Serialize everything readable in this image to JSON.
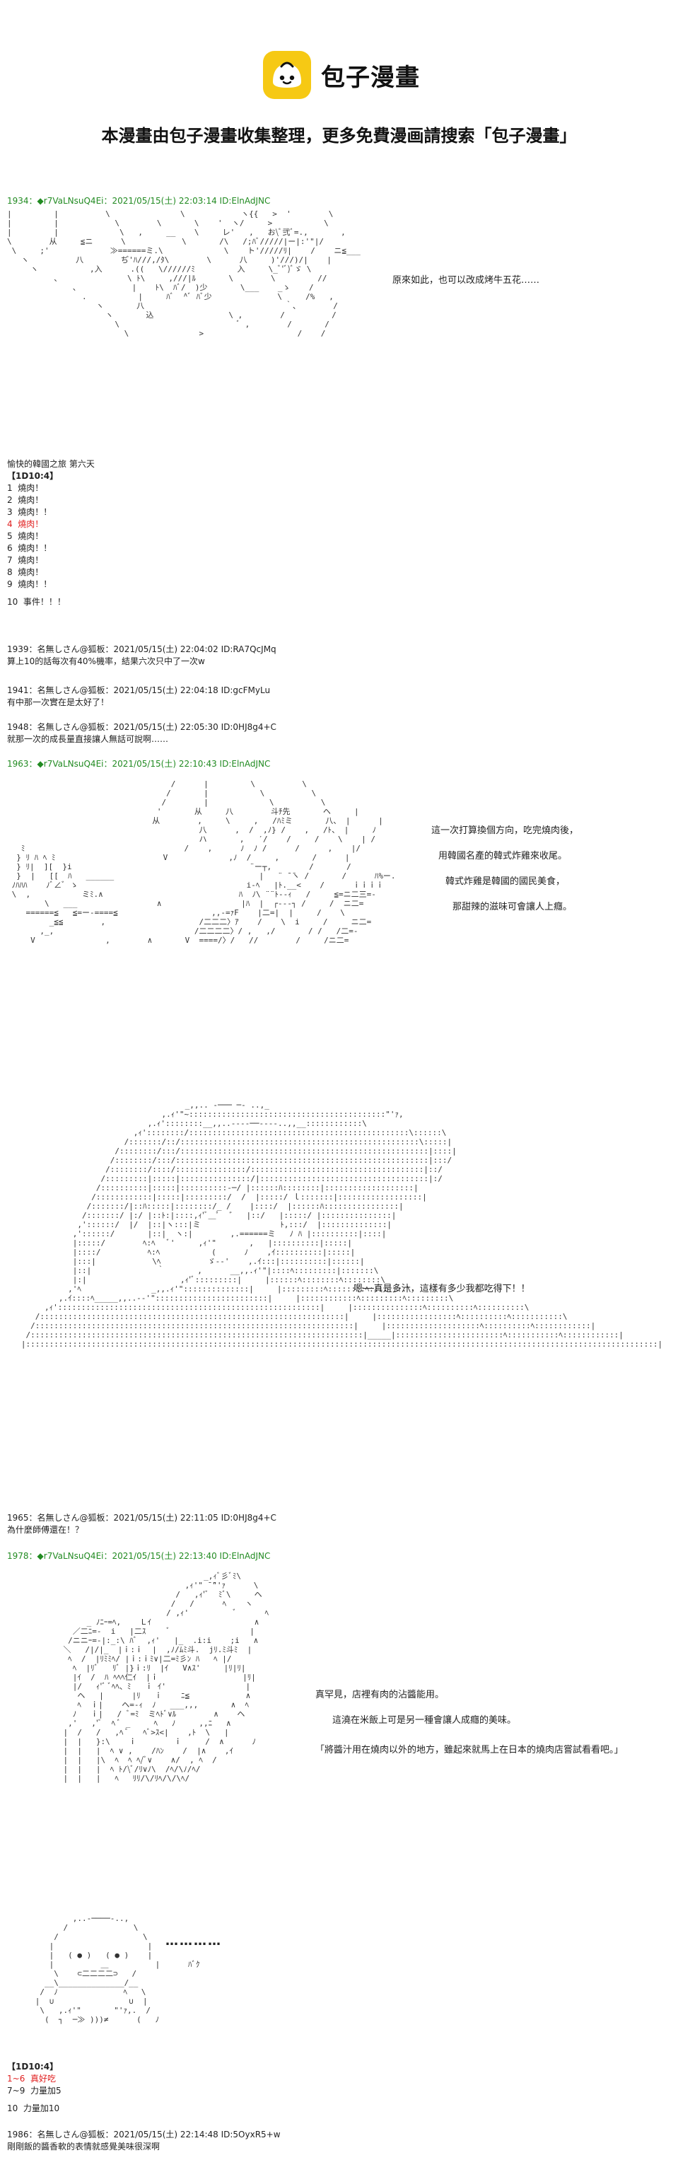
{
  "header": {
    "brand": "包子漫畫",
    "tagline": "本漫畫由包子漫畫收集整理，更多免費漫画請搜索「包子漫畫」",
    "brand_color": "#f6c914"
  },
  "posts": {
    "p1934": {
      "head": "1934：◆r7VaLNsuQ4Ei：2021/05/15(土) 22:03:14 ID:ElnAdJNC",
      "dialog": "原來如此，也可以改成烤牛五花……",
      "title": "愉快的韓國之旅 第六天",
      "dice": "【1D10:4】",
      "options": [
        "1  燒肉！",
        "2  燒肉！",
        "3  燒肉！！",
        "4  燒肉！",
        "5  燒肉！",
        "6  燒肉！！",
        "7  燒肉！",
        "8  燒肉！",
        "9  燒肉！！"
      ],
      "event": "10  事件！！！"
    },
    "p1939": {
      "head": "1939：名無しさん@狐板：2021/05/15(土) 22:04:02 ID:RA7QcJMq",
      "body": "算上10的話每次有40%機率，結果六次只中了一次w"
    },
    "p1941": {
      "head": "1941：名無しさん@狐板：2021/05/15(土) 22:04:18 ID:gcFMyLu",
      "body": "有中那一次實在是太好了！"
    },
    "p1948": {
      "head": "1948：名無しさん@狐板：2021/05/15(土) 22:05:30 ID:0HJ8g4+C",
      "body": "就那一次的成長量直接讓人無話可說啊……"
    },
    "p1963": {
      "head": "1963：◆r7VaLNsuQ4Ei：2021/05/15(土) 22:10:43 ID:ElnAdJNC",
      "dialog1": "這一次打算換個方向，吃完燒肉後，",
      "dialog2": "用韓國名產的韓式炸雞來收尾。",
      "dialog3": "韓式炸雞是韓國的國民美食，",
      "dialog4": "那甜辣的滋味可會讓人上癮。",
      "dialog5": "嗯──真是多汁，這樣有多少我都吃得下！！"
    },
    "p1965": {
      "head": "1965：名無しさん@狐板：2021/05/15(土) 22:11:05 ID:0HJ8g4+C",
      "body": "為什麼師傅還在！？"
    },
    "p1978": {
      "head": "1978：◆r7VaLNsuQ4Ei：2021/05/15(土) 22:13:40 ID:ElnAdJNC",
      "dialog1": "真罕見，店裡有肉的沾醬能用。",
      "dialog2": "這澆在米飯上可是另一種會讓人成癮的美味。",
      "dialog3": "「將醬汁用在燒肉以外的地方，雖起來就馬上在日本的燒肉店嘗試看看吧。」",
      "dots": "…………",
      "dice": "【1D10:4】",
      "opt1": "1~6  真好吃",
      "opt2": "7~9  力量加5",
      "opt3": "10  力量加10"
    },
    "p1986": {
      "head": "1986：名無しさん@狐板：2021/05/15(土) 22:14:48 ID:5OyxR5+w",
      "body": "剛剛飯的醬香軟的表情就感覺美味很深啊"
    }
  }
}
